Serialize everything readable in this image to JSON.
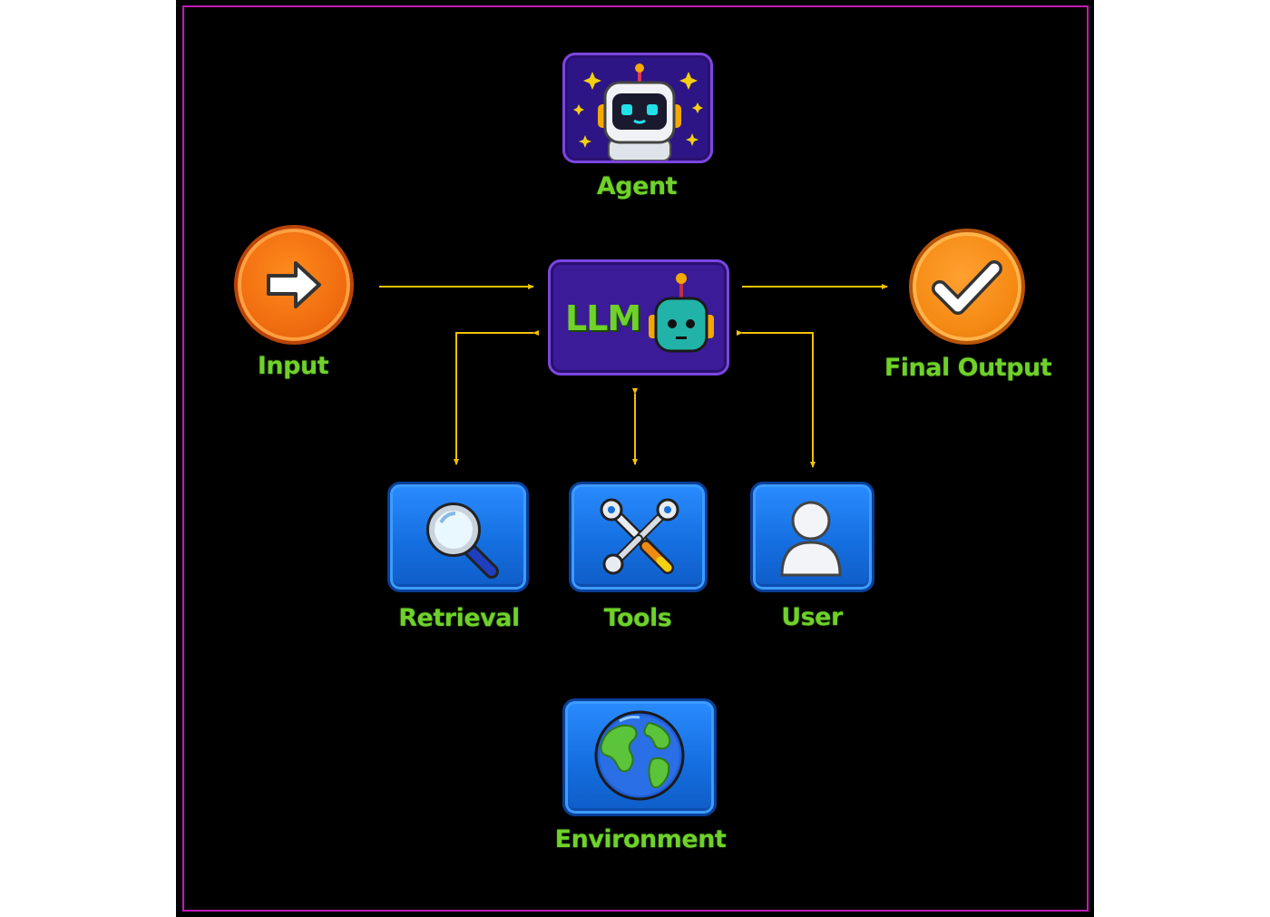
{
  "nodes": {
    "agent": {
      "label": "Agent"
    },
    "input": {
      "label": "Input"
    },
    "llm": {
      "label": "LLM"
    },
    "final_output": {
      "label": "Final Output"
    },
    "retrieval": {
      "label": "Retrieval"
    },
    "tools": {
      "label": "Tools"
    },
    "user": {
      "label": "User"
    },
    "environment": {
      "label": "Environment"
    }
  },
  "colors": {
    "background": "#000000",
    "frame": "#c21bb3",
    "label": "#6fd12a",
    "arrow": "#f2c200",
    "tile_blue": "#156fe0",
    "tile_purple": "#3b1b98",
    "circle_orange": "#f27a12"
  },
  "icons": {
    "agent": "robot-astronaut-icon",
    "input": "arrow-right-icon",
    "llm": "robot-head-icon",
    "final_output": "checkmark-icon",
    "retrieval": "magnifier-icon",
    "tools": "wrench-screwdriver-icon",
    "user": "person-icon",
    "environment": "globe-icon"
  }
}
